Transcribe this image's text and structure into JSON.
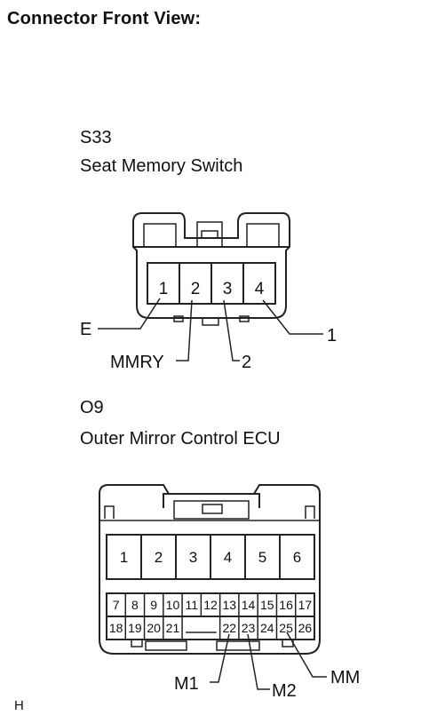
{
  "page": {
    "title": "Connector Front View:",
    "footer_mark": "H"
  },
  "connectors": [
    {
      "code": "S33",
      "name": "Seat Memory Switch",
      "pins": [
        "1",
        "2",
        "3",
        "4"
      ],
      "callouts": [
        {
          "label": "E",
          "pin": "1"
        },
        {
          "label": "MMRY",
          "pin": "2"
        },
        {
          "label": "2",
          "pin": "3"
        },
        {
          "label": "1",
          "pin": "4"
        }
      ]
    },
    {
      "code": "O9",
      "name": "Outer Mirror Control ECU",
      "top_pins": [
        "1",
        "2",
        "3",
        "4",
        "5",
        "6"
      ],
      "mid_pins": [
        "7",
        "8",
        "9",
        "10",
        "11",
        "12",
        "13",
        "14",
        "15",
        "16",
        "17"
      ],
      "bottom_pins": [
        "18",
        "19",
        "20",
        "21",
        "22",
        "23",
        "24",
        "25",
        "26"
      ],
      "callouts": [
        {
          "label": "M1",
          "pin": "22"
        },
        {
          "label": "M2",
          "pin": "23"
        },
        {
          "label": "MM",
          "pin": "25"
        }
      ]
    }
  ]
}
